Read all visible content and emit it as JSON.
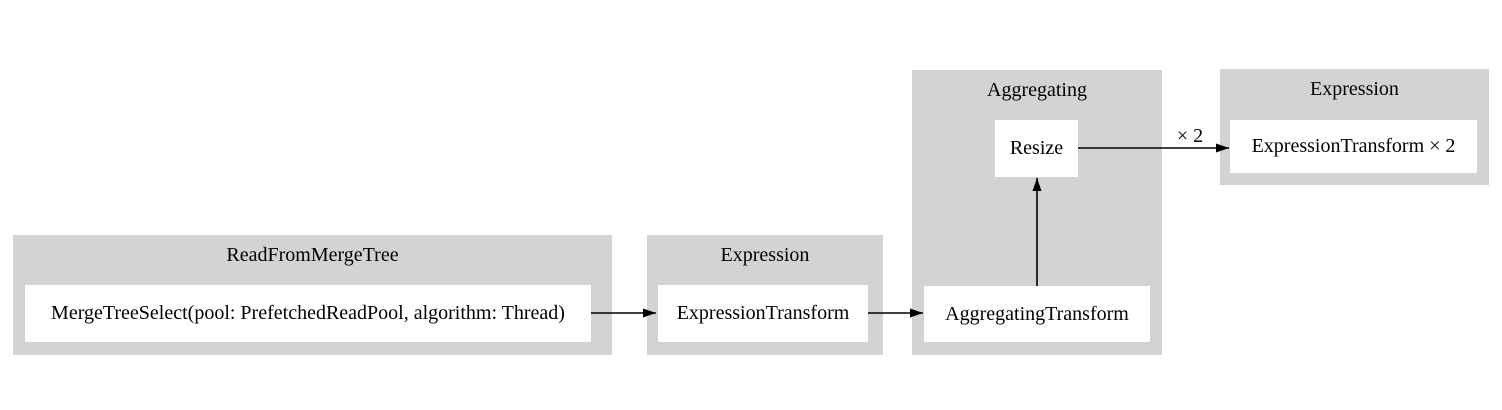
{
  "colors": {
    "background": "#ffffff",
    "cluster_fill": "#d3d3d3",
    "node_fill": "#ffffff",
    "edge": "#000000",
    "text": "#000000"
  },
  "clusters": [
    {
      "title": "ReadFromMergeTree",
      "nodes": [
        "MergeTreeSelect(pool: PrefetchedReadPool, algorithm: Thread)"
      ]
    },
    {
      "title": "Expression",
      "nodes": [
        "ExpressionTransform"
      ]
    },
    {
      "title": "Aggregating",
      "nodes": [
        "Resize",
        "AggregatingTransform"
      ]
    },
    {
      "title": "Expression",
      "nodes": [
        "ExpressionTransform × 2"
      ]
    }
  ],
  "edges": [
    {
      "from": "MergeTreeSelect(pool: PrefetchedReadPool, algorithm: Thread)",
      "to": "ExpressionTransform",
      "label": ""
    },
    {
      "from": "ExpressionTransform",
      "to": "AggregatingTransform",
      "label": ""
    },
    {
      "from": "AggregatingTransform",
      "to": "Resize",
      "label": ""
    },
    {
      "from": "Resize",
      "to": "ExpressionTransform × 2",
      "label": "× 2"
    }
  ]
}
